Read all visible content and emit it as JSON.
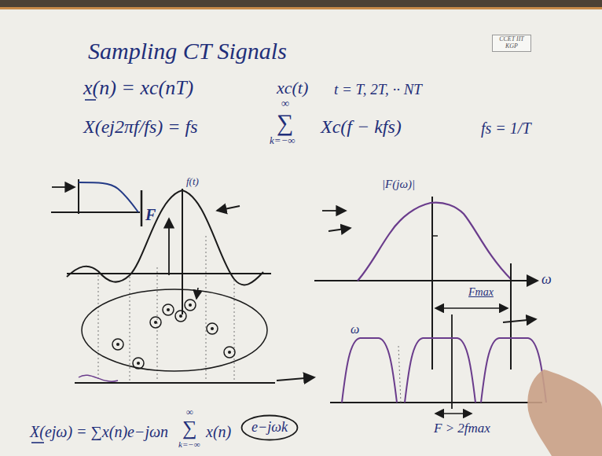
{
  "diagram": {
    "title": "Sampling CT Signals",
    "nodes": [
      {
        "text": [
          "CCET IIT KGP"
        ]
      },
      {
        "text": [
          "e−jωk"
        ]
      }
    ],
    "labels": [
      "x(n) = xc(nT)",
      "xc(t)",
      "t = T, 2T, ·· NT",
      "X(ej2πf/fs) = fs",
      "∞",
      "∑",
      "k=−∞",
      "Xc(f − kfs)",
      "fs = 1/T",
      "F",
      "f(t)",
      "|F(jω)|",
      "ω",
      "Fmax",
      "ω",
      "F > 2fmax",
      "X(ejω) = ∑x(n)e−jωn",
      "∞",
      "∑",
      "k=−∞",
      "x(n)"
    ]
  }
}
